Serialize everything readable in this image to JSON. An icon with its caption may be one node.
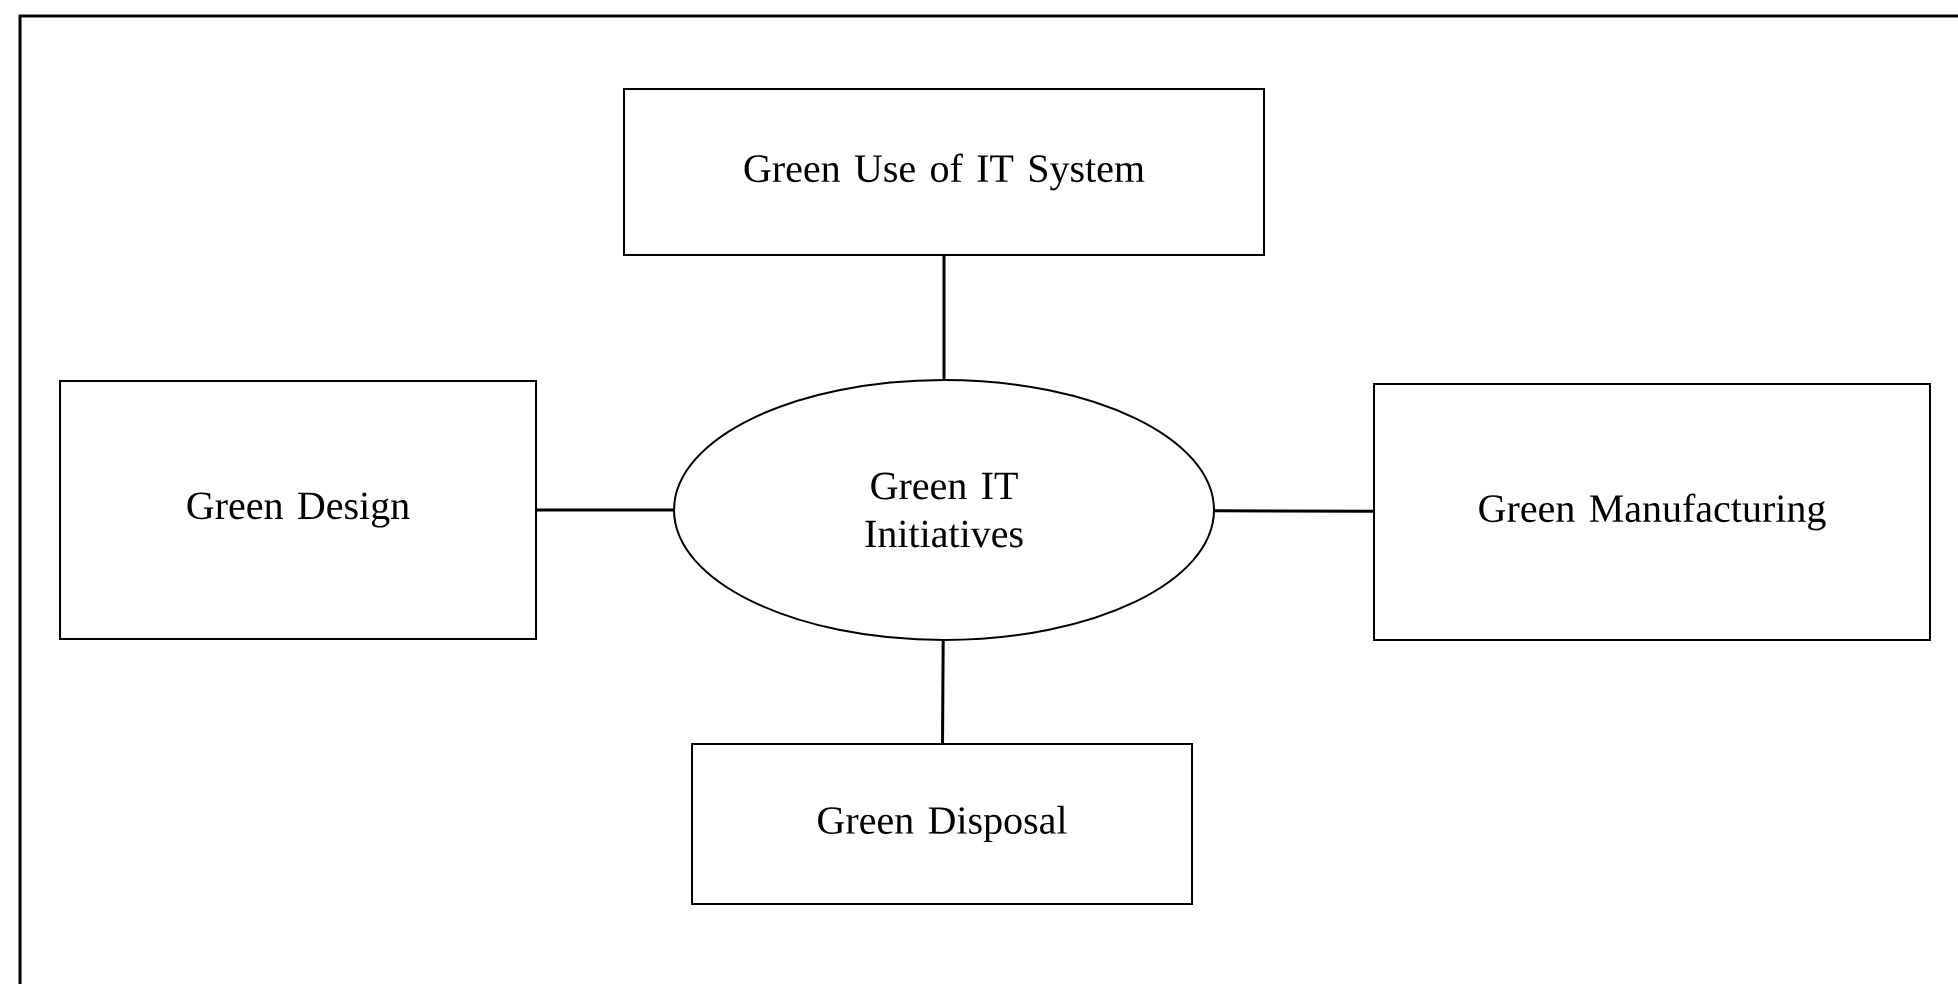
{
  "diagram": {
    "nodes": [
      {
        "text": [
          "Green Use of IT System"
        ]
      },
      {
        "text": [
          "Green Design"
        ]
      },
      {
        "text": [
          "Green IT Initiatives"
        ]
      },
      {
        "text": [
          "Green Manufacturing"
        ]
      },
      {
        "text": [
          "Green Disposal"
        ]
      }
    ],
    "edges": [
      {
        "from": 2,
        "to": 0,
        "arrow": "none"
      },
      {
        "from": 2,
        "to": 1,
        "arrow": "none"
      },
      {
        "from": 2,
        "to": 3,
        "arrow": "none"
      },
      {
        "from": 2,
        "to": 4,
        "arrow": "none"
      }
    ]
  }
}
